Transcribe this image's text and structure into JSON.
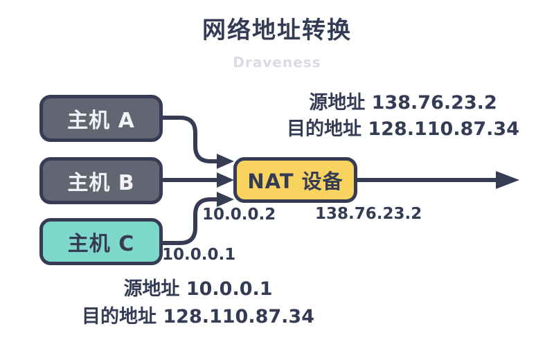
{
  "title": "网络地址转换",
  "watermark": "Draveness",
  "nodes": {
    "host_a": {
      "label": "主机 A"
    },
    "host_b": {
      "label": "主机 B"
    },
    "host_c": {
      "label": "主机 C"
    },
    "nat": {
      "label": "NAT 设备"
    }
  },
  "ip_labels": {
    "nat_internal": "10.0.0.2",
    "host_c": "10.0.0.1",
    "nat_external": "138.76.23.2"
  },
  "packets": {
    "outbound": {
      "source": "源地址 138.76.23.2",
      "destination": "目的地址 128.110.87.34"
    },
    "inbound": {
      "source": "源地址 10.0.0.1",
      "destination": "目的地址 128.110.87.34"
    }
  },
  "colors": {
    "navy": "#363c54",
    "host_fill": "#636573",
    "host_text": "#f2f3f6",
    "teal_fill": "#7ed8c9",
    "yellow_fill": "#f9d35f",
    "watermark": "#d9dce3",
    "background": "#ffffff"
  }
}
